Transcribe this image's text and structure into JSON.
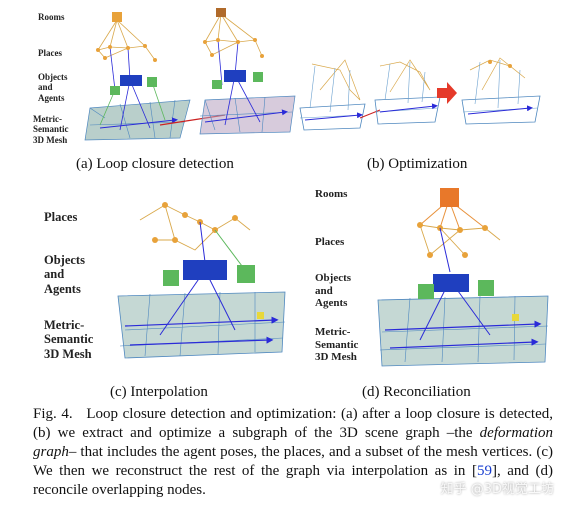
{
  "panel_a": {
    "labels": {
      "rooms": "Rooms",
      "places": "Places",
      "objects": "Objects\nand\nAgents",
      "mesh": "Metric-\nSemantic\n3D Mesh"
    },
    "caption": "(a) Loop closure detection"
  },
  "panel_b": {
    "caption": "(b) Optimization"
  },
  "panel_c": {
    "labels": {
      "places": "Places",
      "objects": "Objects\nand\nAgents",
      "mesh": "Metric-\nSemantic\n3D Mesh"
    },
    "caption": "(c) Interpolation"
  },
  "panel_d": {
    "labels": {
      "rooms": "Rooms",
      "places": "Places",
      "objects": "Objects\nand\nAgents",
      "mesh": "Metric-\nSemantic\n3D Mesh"
    },
    "caption": "(d) Reconciliation"
  },
  "figure_caption": {
    "prefix": "Fig. 4.",
    "part1": "Loop closure detection and optimization: (a) after a loop closure is detected, (b) we extract and optimize a subgraph of the 3D scene graph –the ",
    "italic": "deformation graph",
    "part2": "– that includes the agent poses, the places, and a subset of the mesh vertices. (c) We then we reconstruct the rest of the graph via interpolation as in [",
    "citation": "59",
    "part3": "], and (d) reconcile overlapping nodes."
  },
  "watermark": "知乎 @3D视觉工坊",
  "colors": {
    "room": "#e8913a",
    "place": "#e8a23a",
    "object": "#5cb85c",
    "agent": "#1f3fbf",
    "mesh": "#4f88bf",
    "arrow_red": "#e53a2a"
  }
}
